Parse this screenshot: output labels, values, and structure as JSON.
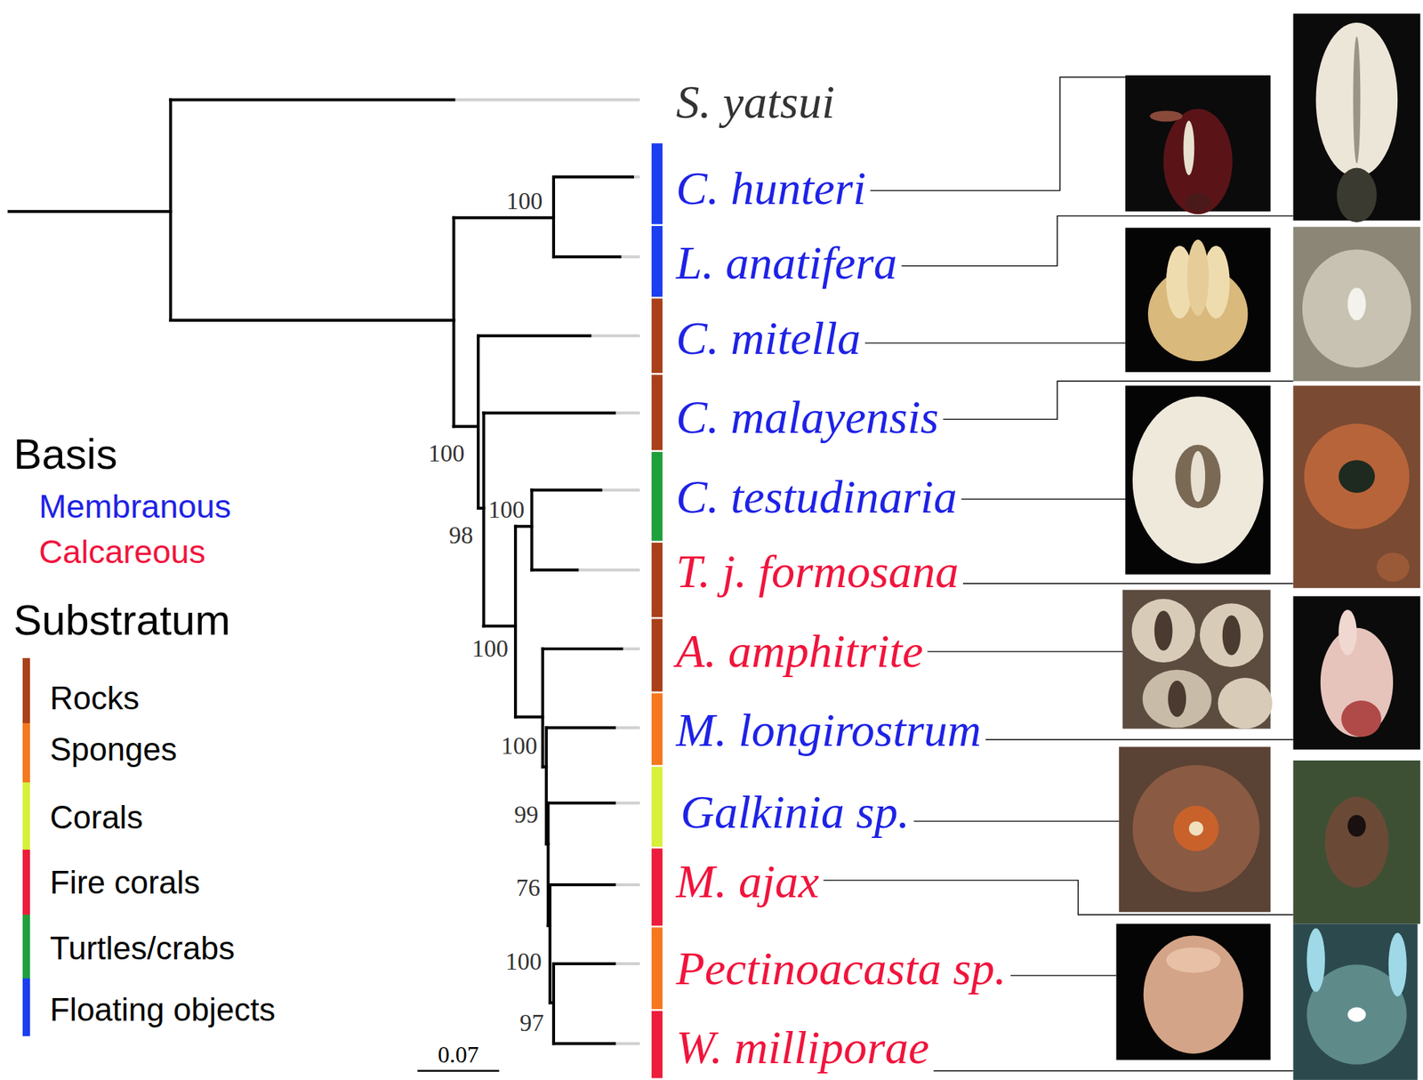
{
  "diagram": {
    "labels": [
      "S. yatsui",
      "C. hunteri",
      "L. anatifera",
      "C. mitella",
      "C. malayensis",
      "C. testudinaria",
      "T. j. formosana",
      "A. amphitrite",
      "M. longirostrum",
      "Galkinia sp.",
      "M. ajax",
      "Pectinoacasta sp.",
      "W. milliporae",
      "100",
      "100",
      "100",
      "98",
      "100",
      "100",
      "99",
      "76",
      "100",
      "97",
      "Basis",
      "Substratum",
      "0.07"
    ],
    "legend": [
      {
        "text": "Membranous",
        "color": "#1e22e6"
      },
      {
        "text": "Calcareous",
        "color": "#f0143c"
      },
      {
        "text": "Rocks",
        "color": "#a9401a"
      },
      {
        "text": "Sponges",
        "color": "#f5781e"
      },
      {
        "text": "Corals",
        "color": "#d7f03a"
      },
      {
        "text": "Fire corals",
        "color": "#ec1c3c"
      },
      {
        "text": "Turtles/crabs",
        "color": "#1ea03c"
      },
      {
        "text": "Floating objects",
        "color": "#1a3ef0"
      }
    ]
  }
}
